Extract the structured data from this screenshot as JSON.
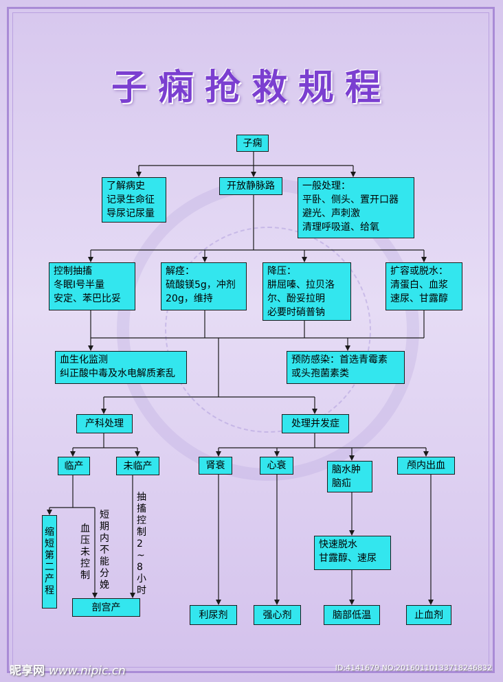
{
  "title": "子痫抢救规程",
  "nodes": {
    "root": "子痫",
    "history": "了解病史\n记录生命征\n导尿记尿量",
    "iv": "开放静脉路",
    "general": "一般处理：\n平卧、侧头、置开口器\n避光、声刺激\n清理呼吸道、给氧",
    "convulsion": "控制抽搐\n冬眠Ⅰ号半量\n安定、苯巴比妥",
    "spasm": "解痉：\n硫酸镁5g，冲剂\n20g，维持",
    "bp": "降压：\n肼屈嗪、拉贝洛\n尔、酚妥拉明\n必要时硝普钠",
    "volume": "扩容或脱水：\n清蛋白、血浆\n速尿、甘露醇",
    "biochem": "血生化监测\n纠正酸中毒及水电解质紊乱",
    "infection": "预防感染：首选青霉素\n或头孢菌素类",
    "obstetric": "产科处理",
    "complication": "处理并发症",
    "labor": "临产",
    "not_labor": "未临产",
    "renal": "肾衰",
    "heart": "心衰",
    "brain_edema": "脑水肿\n脑疝",
    "ich": "颅内出血",
    "shorten": "缩短第二产程",
    "bp_uncontrolled": "血压未控制",
    "short_term": "短期内不能分娩",
    "convulsion_control": "抽搐控制2~8小时",
    "cesarean": "剖宫产",
    "dehydrate": "快速脱水\n甘露醇、速尿",
    "diuretic": "利尿剂",
    "cardiotonic": "强心剂",
    "hypothermia": "脑部低温",
    "hemostatic": "止血剂"
  },
  "watermark": {
    "brand": "昵享网",
    "url": "www.nipic.cn",
    "id": "ID:4141679 NO:20160110133718246832"
  },
  "colors": {
    "box": "#33e6ee",
    "title": "#7b3fd0",
    "line": "#1a1a1a"
  }
}
